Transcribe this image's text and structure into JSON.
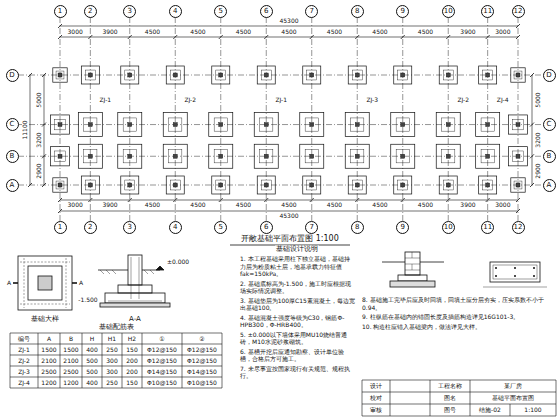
{
  "diagram": {
    "title": "开敞基础平面布置图 1:100",
    "nodes": [
      {
        "text": [
          "1"
        ]
      },
      {
        "text": [
          "2"
        ]
      },
      {
        "text": [
          "3"
        ]
      },
      {
        "text": [
          "4"
        ]
      },
      {
        "text": [
          "5"
        ]
      },
      {
        "text": [
          "6"
        ]
      },
      {
        "text": [
          "7"
        ]
      },
      {
        "text": [
          "8"
        ]
      },
      {
        "text": [
          "9"
        ]
      },
      {
        "text": [
          "10"
        ]
      },
      {
        "text": [
          "11"
        ]
      },
      {
        "text": [
          "12"
        ]
      },
      {
        "text": [
          "D"
        ]
      },
      {
        "text": [
          "C"
        ]
      },
      {
        "text": [
          "B"
        ]
      },
      {
        "text": [
          "A"
        ]
      },
      {
        "text": [
          "D"
        ]
      },
      {
        "text": [
          "C"
        ]
      },
      {
        "text": [
          "B"
        ]
      },
      {
        "text": [
          "A"
        ]
      },
      {
        "text": [
          "1"
        ]
      },
      {
        "text": [
          "2"
        ]
      },
      {
        "text": [
          "3"
        ]
      },
      {
        "text": [
          "4"
        ]
      },
      {
        "text": [
          "5"
        ]
      },
      {
        "text": [
          "6"
        ]
      },
      {
        "text": [
          "7"
        ]
      },
      {
        "text": [
          "8"
        ]
      },
      {
        "text": [
          "9"
        ]
      },
      {
        "text": [
          "10"
        ]
      },
      {
        "text": [
          "11"
        ]
      },
      {
        "text": [
          "12"
        ]
      }
    ],
    "labels": [
      "3000",
      "3900",
      "4500",
      "4500",
      "4500",
      "4500",
      "4500",
      "4500",
      "4500",
      "3900",
      "3000",
      "45300",
      "3000",
      "3900",
      "4500",
      "4500",
      "4500",
      "4500",
      "4500",
      "4500",
      "4500",
      "3900",
      "3000",
      "45300",
      "5000",
      "3200",
      "2900",
      "11100",
      "5000",
      "3200",
      "2900",
      "ZJ-1",
      "ZJ-2",
      "ZJ-1",
      "ZJ-3",
      "ZJ-2",
      "ZJ-4",
      "基础大样",
      "A",
      "A",
      "A-A",
      "±0.000",
      "-1.500",
      "基础配筋表",
      "编号",
      "A",
      "B",
      "H",
      "H1",
      "H2",
      "①",
      "②",
      "ZJ-1",
      "1500",
      "1500",
      "400",
      "250",
      "150",
      "Φ12@150",
      "Φ12@150",
      "ZJ-2",
      "2100",
      "2100",
      "500",
      "300",
      "200",
      "Φ12@150",
      "Φ12@150",
      "ZJ-3",
      "2500",
      "2500",
      "500",
      "300",
      "200",
      "Φ14@150",
      "Φ14@150",
      "ZJ-4",
      "1200",
      "1200",
      "400",
      "250",
      "150",
      "Φ10@150",
      "Φ10@150",
      "基础设计说明",
      "1. 本工程基础采用柱下独立基础，基础持力层为粉质粘土层，地基承载力特征值fak=150kPa。",
      "2. 基础底标高为-1.500，施工时应根据现场实际情况调整。",
      "3. 基础垫层为100厚C15素混凝土，每边宽出基础100。",
      "4. 基础混凝土强度等级为C30，钢筋Φ-HPB300，Φ-HRB400。",
      "5. ±0.000以下墙体采用MU10烧结普通砖，M10水泥砂浆砌筑。",
      "6. 基槽开挖后应通知勘察、设计单位验槽，合格后方可施工。",
      "7. 未尽事宜按国家现行有关规范、规程执行。",
      "8. 基础施工完毕后应及时回填，回填土应分层夯实，压实系数不小于0.94。",
      "9. 柱纵筋在基础内的锚固长度及插筋构造详见16G101-3。",
      "10. 构造柱应锚入基础梁内，做法详见大样。",
      "设计",
      "校对",
      "审核",
      "工程名称",
      "某厂房",
      "图名",
      "基础平面布置图",
      "图号",
      "结施-02",
      "1:100"
    ]
  }
}
